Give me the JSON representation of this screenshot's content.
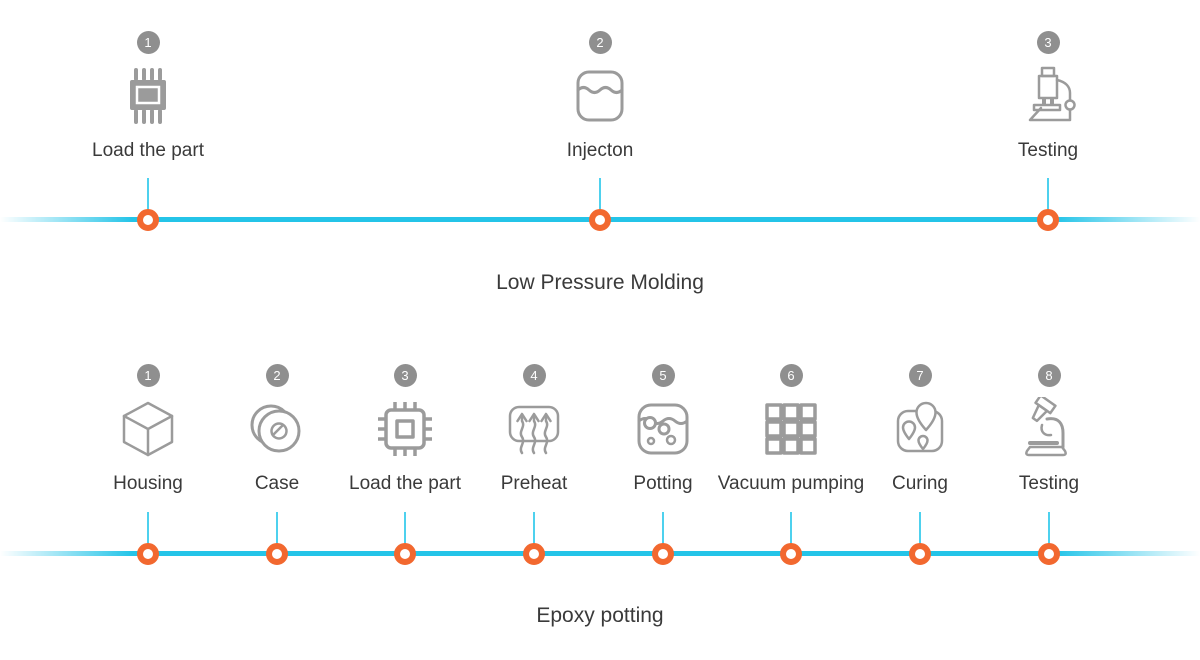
{
  "colors": {
    "background": "#ffffff",
    "timeline-cyan": "#24c4e8",
    "connector-cyan": "#4ed1ee",
    "marker-orange": "#f2682f",
    "icon-gray": "#9b9b9b",
    "badge-gray": "#8f8f8f",
    "text-dark": "#3a3a3a"
  },
  "timelines": [
    {
      "title": "Low Pressure Molding",
      "steps": [
        {
          "number": "1",
          "label": "Load the part",
          "icon": "chip-filled-icon"
        },
        {
          "number": "2",
          "label": "Injecton",
          "icon": "molding-container-icon"
        },
        {
          "number": "3",
          "label": "Testing",
          "icon": "microscope-icon"
        }
      ]
    },
    {
      "title": "Epoxy potting",
      "steps": [
        {
          "number": "1",
          "label": "Housing",
          "icon": "cube-icon"
        },
        {
          "number": "2",
          "label": "Case",
          "icon": "case-rings-icon"
        },
        {
          "number": "3",
          "label": "Load the part",
          "icon": "cpu-chip-icon"
        },
        {
          "number": "4",
          "label": "Preheat",
          "icon": "heat-arrows-icon"
        },
        {
          "number": "5",
          "label": "Potting",
          "icon": "potting-container-icon"
        },
        {
          "number": "6",
          "label": "Vacuum pumping",
          "icon": "grid-squares-icon"
        },
        {
          "number": "7",
          "label": "Curing",
          "icon": "map-pins-icon"
        },
        {
          "number": "8",
          "label": "Testing",
          "icon": "microscope-tilted-icon"
        }
      ]
    }
  ]
}
